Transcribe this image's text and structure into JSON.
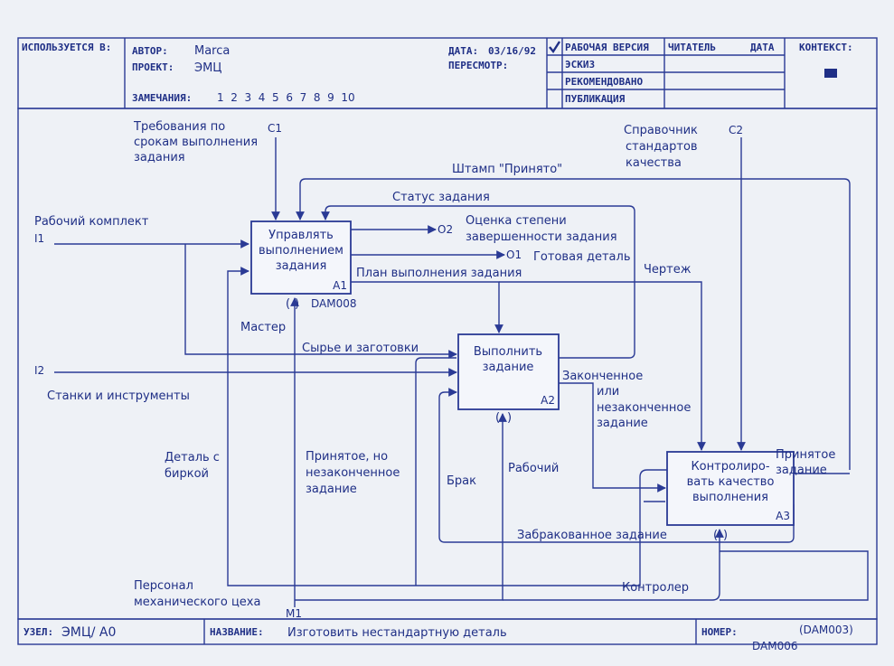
{
  "header": {
    "used_at_label": "ИСПОЛЬЗУЕТСЯ В:",
    "author_label": "АВТОР:",
    "author_value": "Marca",
    "project_label": "ПРОЕКТ:",
    "project_value": "ЭМЦ",
    "notes_label": "ЗАМЕЧАНИЯ:",
    "notes_numbers": "1  2  3  4  5  6  7  8  9  10",
    "date_label": "ДАТА:",
    "date_value": "03/16/92",
    "revision_label": "ПЕРЕСМОТР:",
    "status_working": "РАБОЧАЯ ВЕРСИЯ",
    "status_draft": "ЭСКИЗ",
    "status_recommended": "РЕКОМЕНДОВАНО",
    "status_publication": "ПУБЛИКАЦИЯ",
    "reader_label": "ЧИТАТЕЛЬ",
    "reader_date_label": "ДАТА",
    "context_label": "КОНТЕКСТ:"
  },
  "footer": {
    "node_label": "УЗЕЛ:",
    "node_value": "ЭМЦ/ А0",
    "title_label": "НАЗВАНИЕ:",
    "title_value": "Изготовить нестандартную деталь",
    "number_label": "НОМЕР:",
    "number_value": "(DAM003)",
    "number_sub": "DAM006"
  },
  "diagram": {
    "boxes": {
      "a1": {
        "line1": "Управлять",
        "line2": "выполнением",
        "line3": "задания",
        "id": "A1",
        "ref": "DAM008"
      },
      "a2": {
        "line1": "Выполнить",
        "line2": "задание",
        "id": "A2"
      },
      "a3": {
        "line1": "Контролиро-",
        "line2": "вать качество",
        "line3": "выполнения",
        "id": "A3"
      }
    },
    "labels": {
      "c1": "C1",
      "c1_text1": "Требования по",
      "c1_text2": "срокам выполнения",
      "c1_text3": "задания",
      "c2": "C2",
      "c2_text1": "Справочник",
      "c2_text2": "стандартов",
      "c2_text3": "качества",
      "i1": "I1",
      "i1_text": "Рабочий комплект",
      "i2": "I2",
      "i2_text": "Станки и инструменты",
      "m1": "M1",
      "m1_text1": "Персонал",
      "m1_text2": "механического цеха",
      "o1": "O1",
      "o1_text": "Готовая деталь",
      "o2": "O2",
      "o2_text1": "Оценка степени",
      "o2_text2": "завершенности задания",
      "stamp": "Штамп \"Принято\"",
      "task_status": "Статус задания",
      "work_plan": "План выполнения задания",
      "drawing": "Чертеж",
      "master": "Мастер",
      "raw": "Сырье и заготовки",
      "finished1": "Законченное",
      "finished2": "или",
      "finished3": "незаконченное",
      "finished4": "задание",
      "tagged1": "Деталь с",
      "tagged2": "биркой",
      "accepted_unf1": "Принятое, но",
      "accepted_unf2": "незаконченное",
      "accepted_unf3": "задание",
      "defect": "Брак",
      "worker": "Рабочий",
      "rejected": "Забракованное задание",
      "accepted1": "Принятое",
      "accepted2": "задание",
      "controller": "Контролер"
    }
  }
}
